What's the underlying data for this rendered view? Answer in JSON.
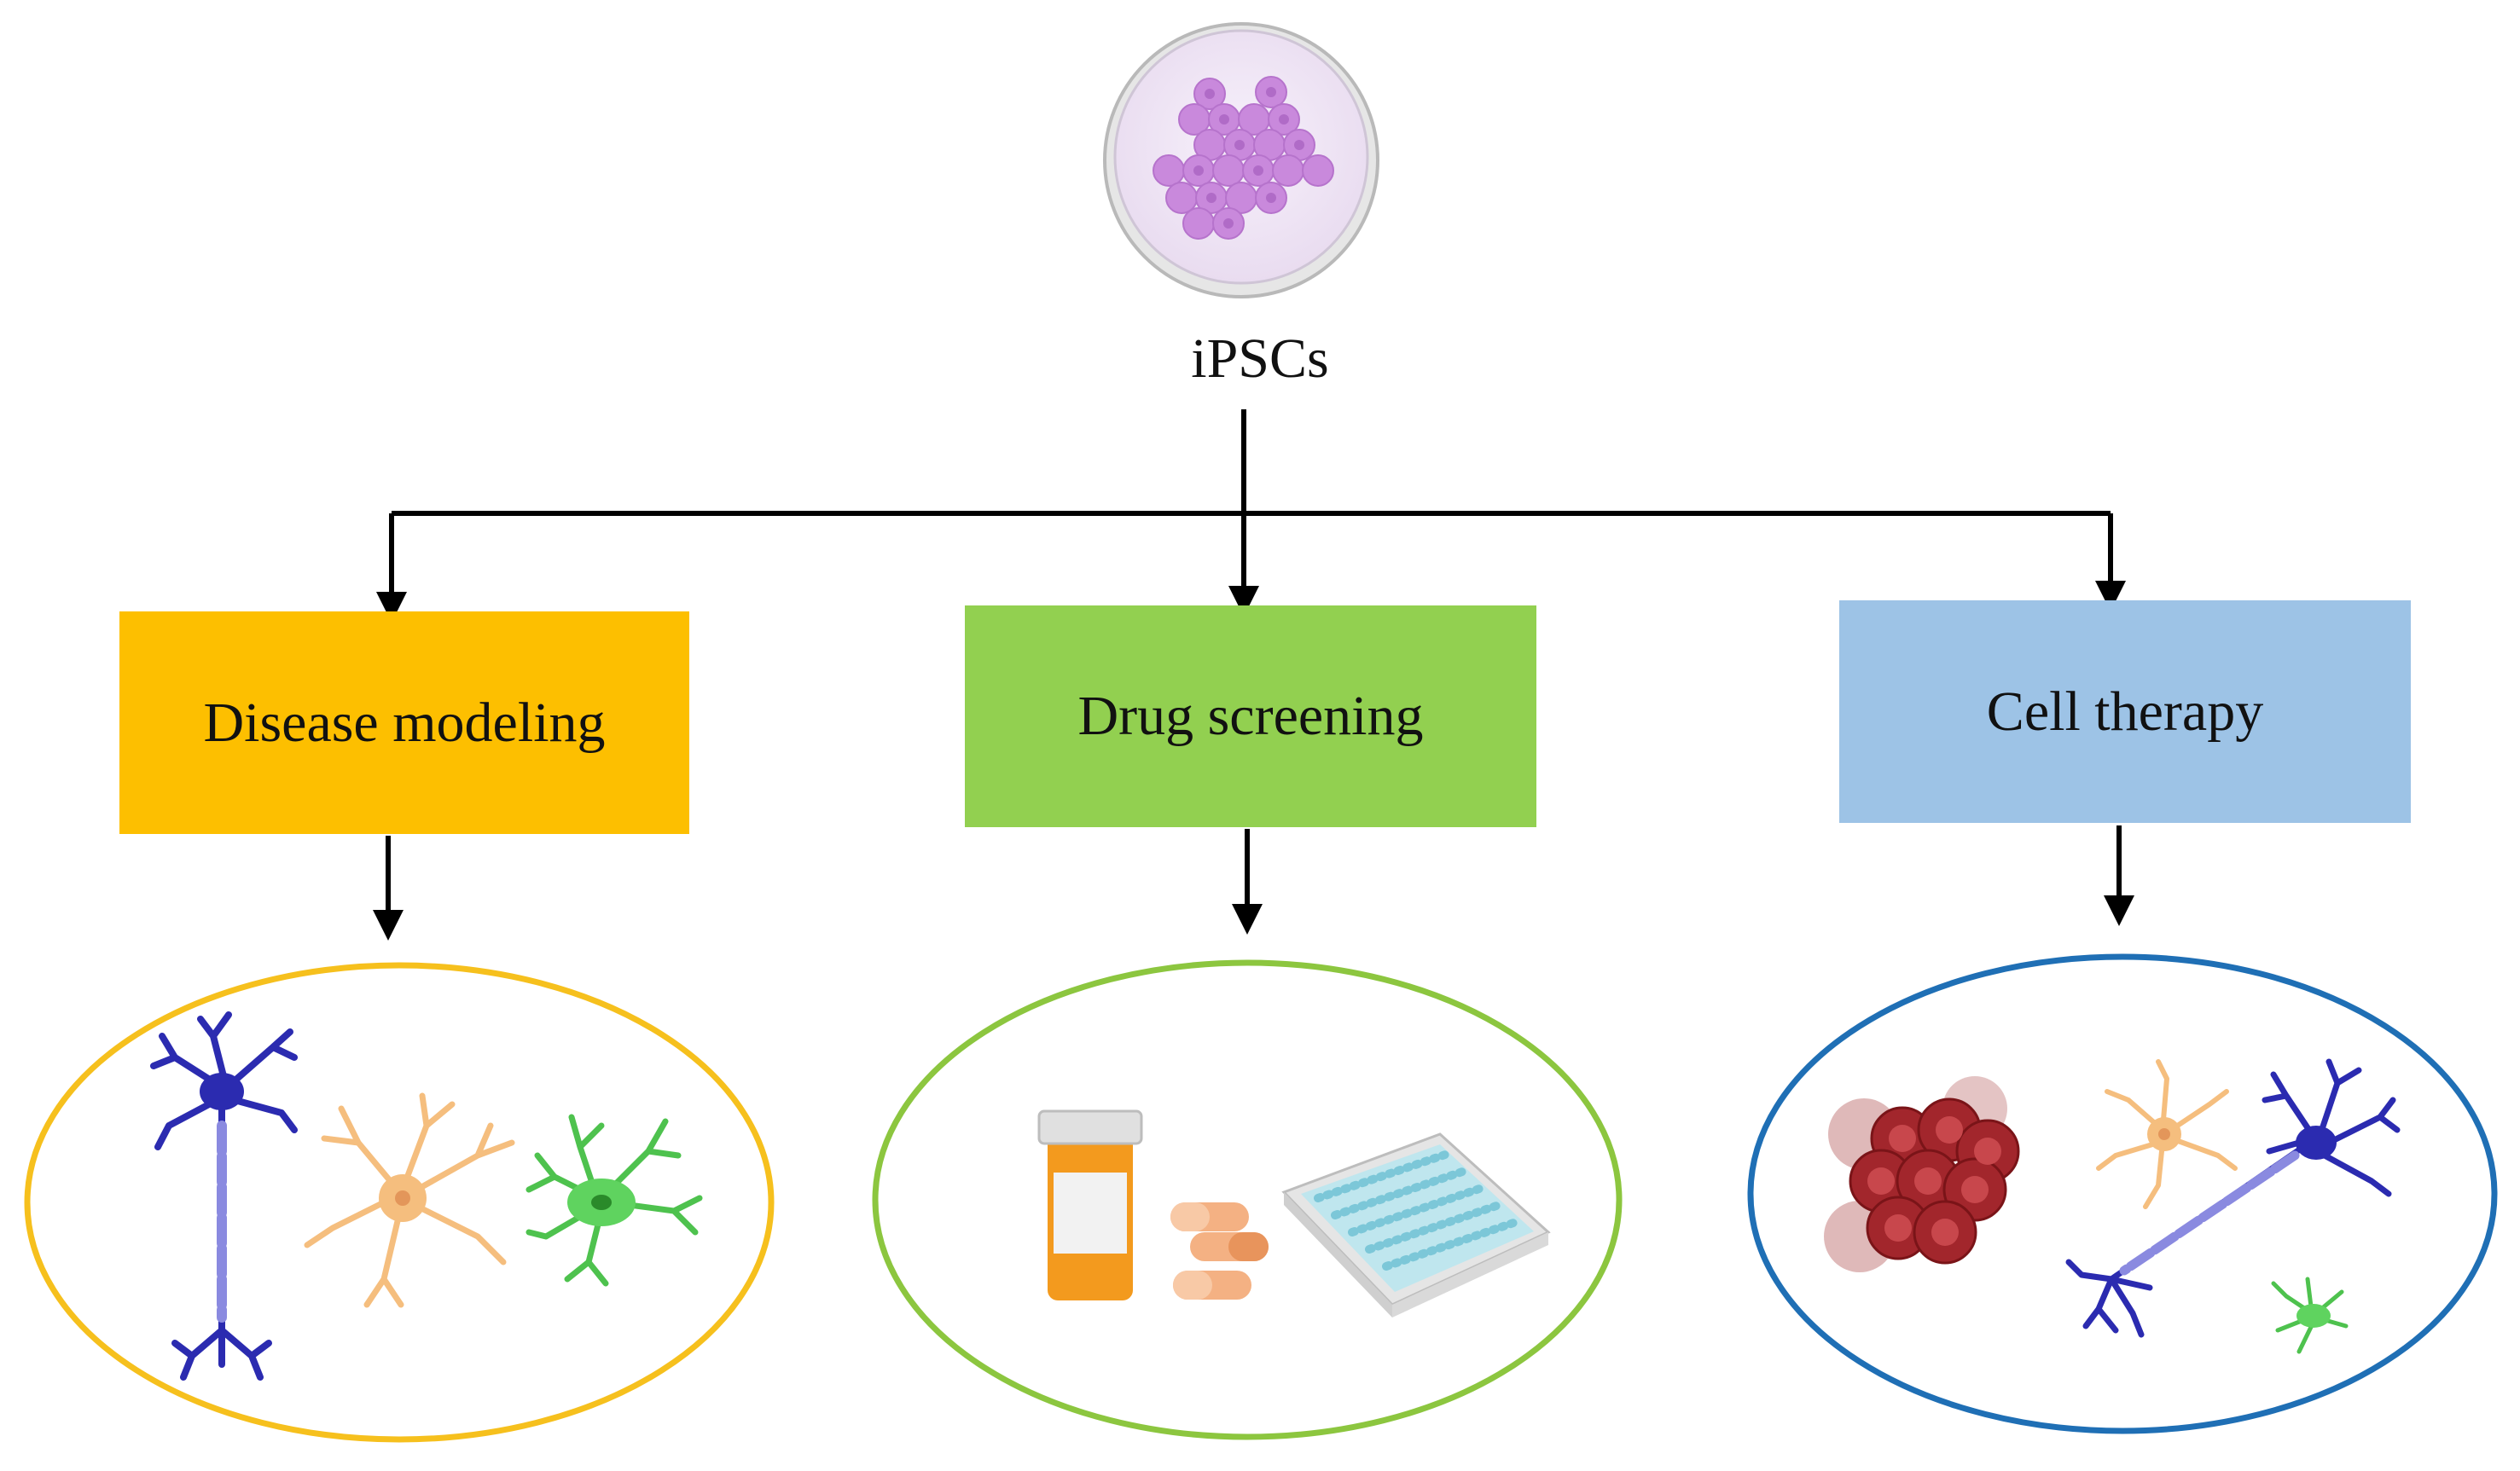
{
  "root": {
    "label": "iPSCs",
    "icon": "petri-dish-icon"
  },
  "branches": [
    {
      "label": "Disease modeling",
      "color": "#fdbf00",
      "ellipse_color": "#f6c01d",
      "icons": [
        "neuron-icon",
        "astrocyte-icon",
        "microglia-icon"
      ]
    },
    {
      "label": "Drug screening",
      "color": "#92d050",
      "ellipse_color": "#8cc63f",
      "icons": [
        "pill-bottle-icon",
        "capsules-icon",
        "well-plate-icon"
      ]
    },
    {
      "label": "Cell therapy",
      "color": "#9dc3e6",
      "ellipse_color": "#1f6fb5",
      "icons": [
        "cell-cluster-icon",
        "astrocyte-icon",
        "neuron-icon",
        "microglia-icon"
      ]
    }
  ]
}
